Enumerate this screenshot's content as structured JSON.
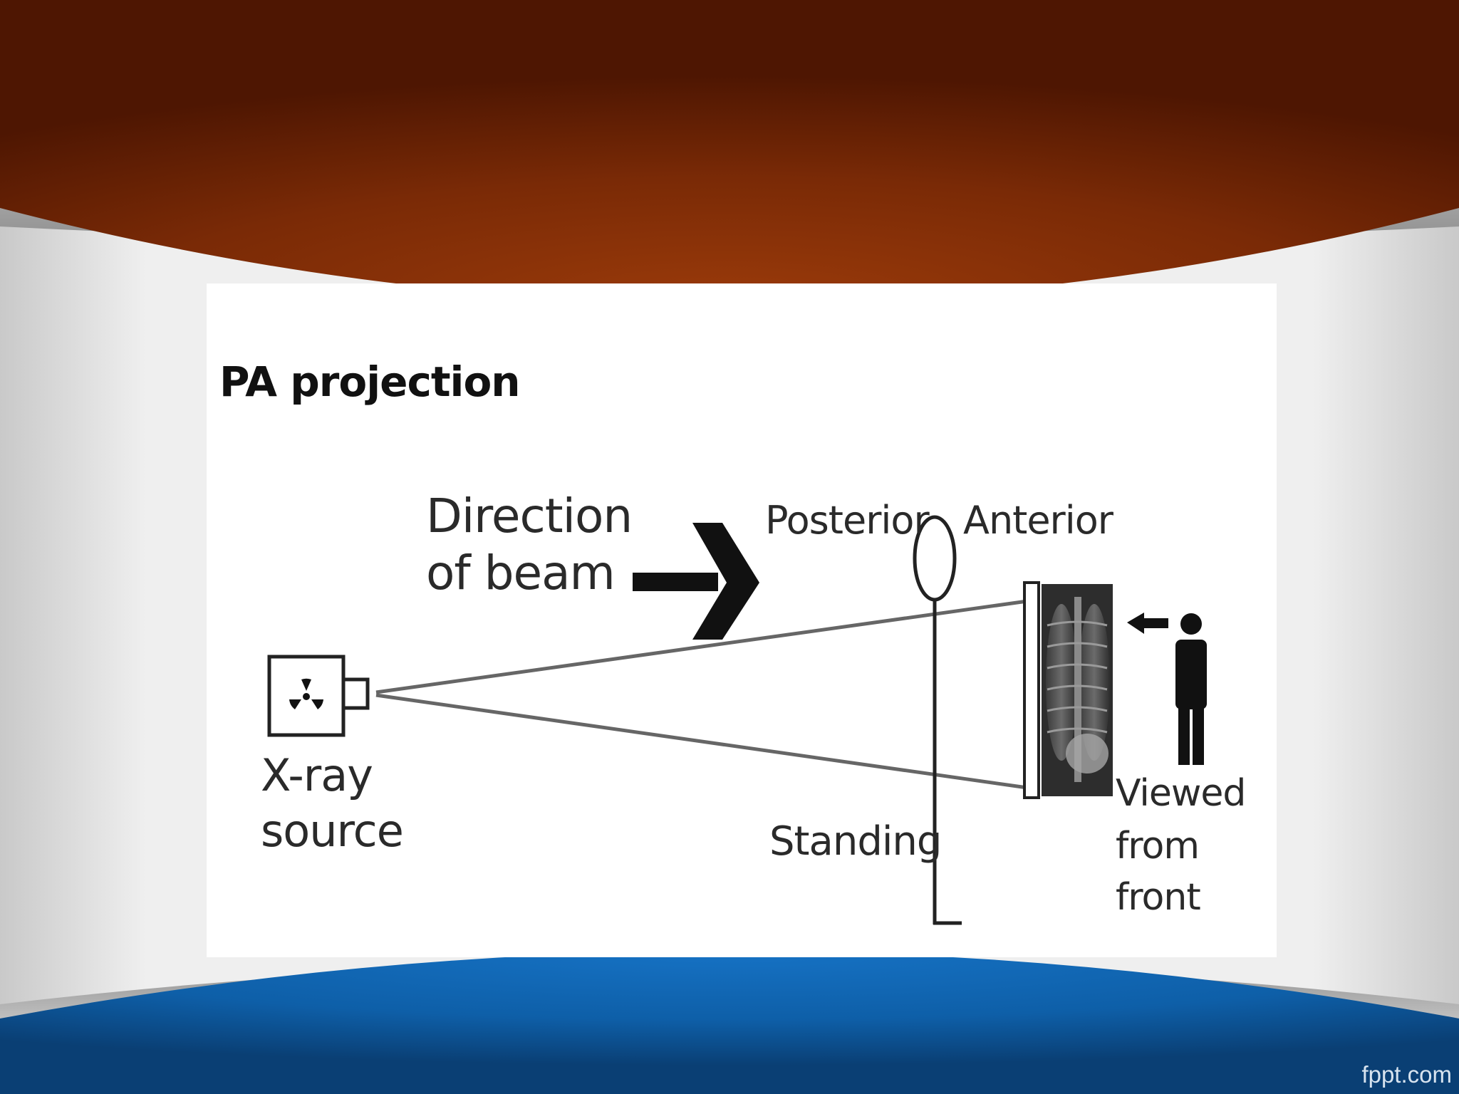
{
  "slide": {
    "title": "PA projection",
    "colors": {
      "top_band": "#7a2a06",
      "bottom_band": "#0e5fa8",
      "panel": "#ffffff"
    },
    "watermark": "fppt.com"
  },
  "diagram": {
    "labels": {
      "direction_line1": "Direction",
      "direction_line2": "of beam",
      "posterior": "Posterior",
      "anterior": "Anterior",
      "xray_line1": "X-ray",
      "xray_line2": "source",
      "standing": "Standing",
      "viewed_line1": "Viewed",
      "viewed_line2": "from",
      "viewed_line3": "front"
    },
    "icons": [
      "radiation-icon",
      "beam-direction-arrow-icon",
      "chest-xray-image",
      "person-icon",
      "viewer-arrow-icon"
    ]
  }
}
